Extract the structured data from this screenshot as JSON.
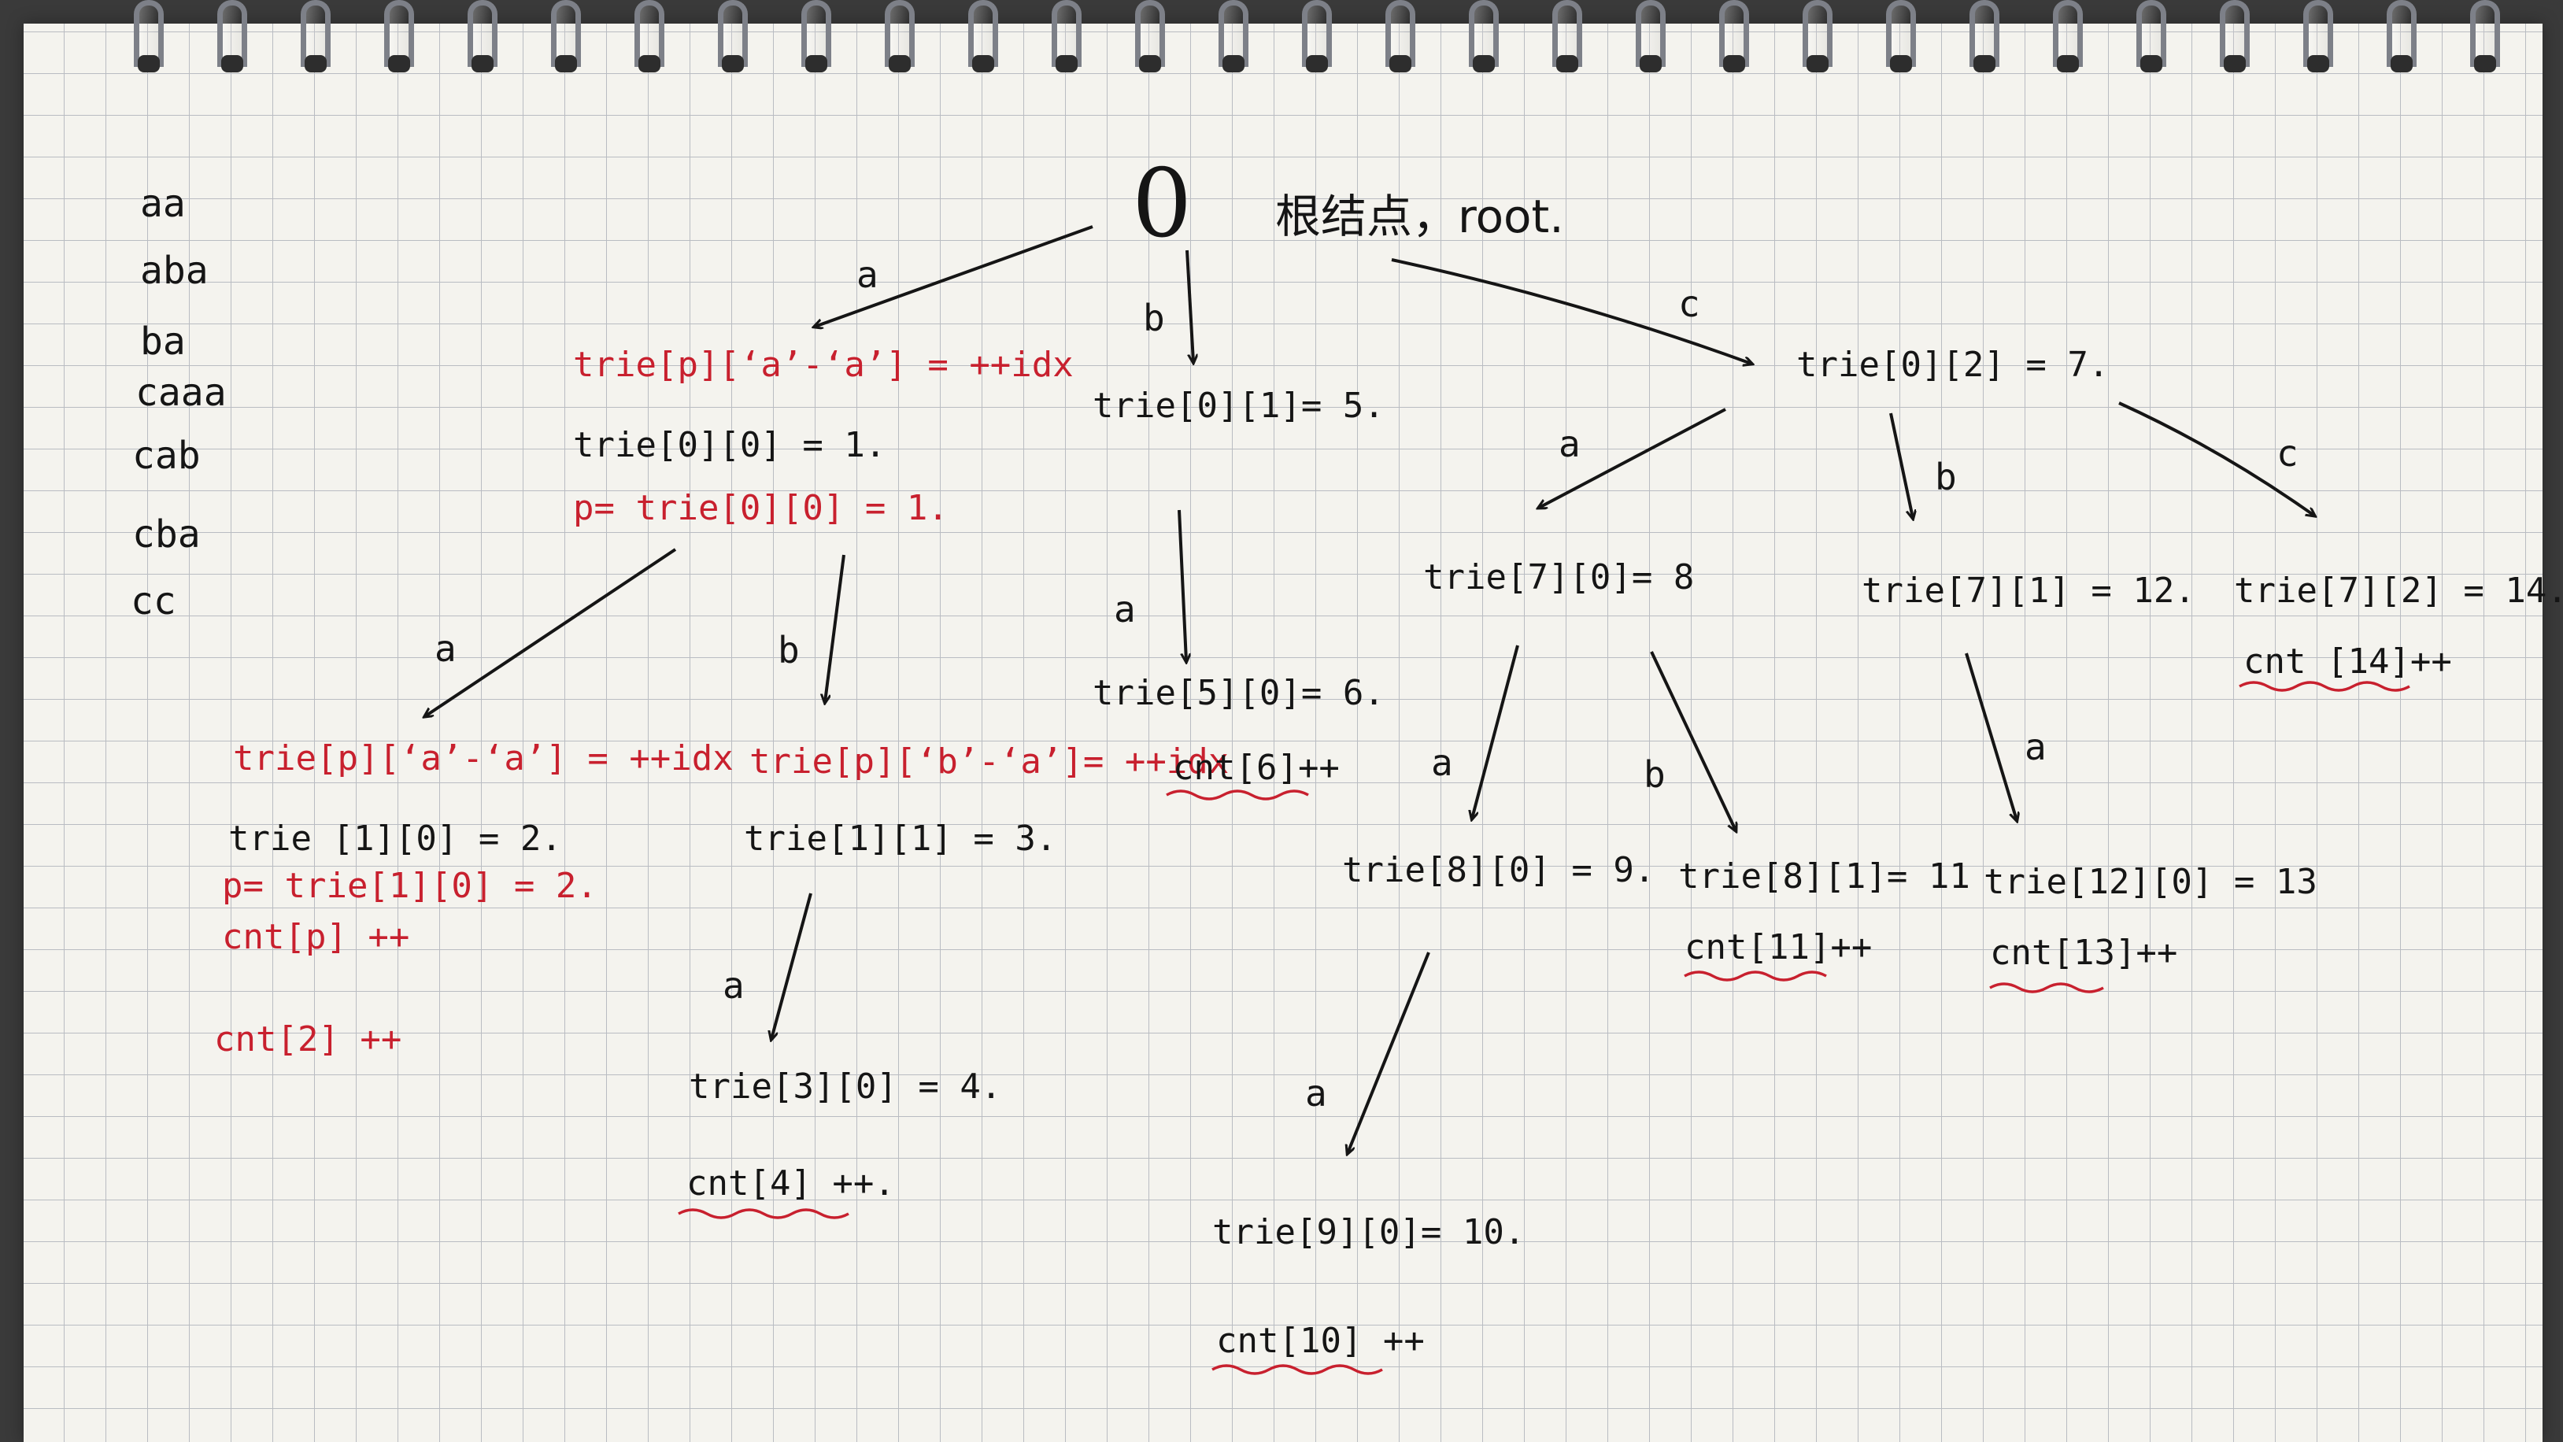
{
  "words": [
    "aa",
    "aba",
    "ba",
    "caaa",
    "cab",
    "cba",
    "cc"
  ],
  "root": {
    "symbol": "0",
    "note": "根结点，root."
  },
  "edge_labels": {
    "root_a": "a",
    "root_b": "b",
    "root_c": "c",
    "n1_a": "a",
    "n1_b": "b",
    "n3_a": "a",
    "n5_a": "a",
    "n7_a": "a",
    "n7_b": "b",
    "n7_c": "c",
    "n8_a": "a",
    "n8_b": "b",
    "n9_a": "a",
    "n12_a": "a"
  },
  "nodes": {
    "n1": {
      "red_expr": "trie[p][‘a’-‘a’] = ++idx",
      "expr": "trie[0][0] = 1.",
      "red_assign": "p= trie[0][0] = 1."
    },
    "n2": {
      "red_expr": "trie[p][‘a’-‘a’] = ++idx",
      "expr": "trie [1][0] = 2.",
      "red_assign": "p= trie[1][0] = 2.",
      "red_cnt_a": "cnt[p] ++",
      "red_cnt_b": "cnt[2] ++"
    },
    "n3": {
      "red_expr": "trie[p][‘b’-‘a’]= ++idx",
      "expr": "trie[1][1] = 3."
    },
    "n4": {
      "expr": "trie[3][0] = 4.",
      "cnt": "cnt[4] ++."
    },
    "n5": {
      "expr": "trie[0][1]= 5."
    },
    "n6": {
      "expr": "trie[5][0]= 6.",
      "cnt": "cnt[6]++"
    },
    "n7": {
      "expr": "trie[0][2] = 7."
    },
    "n8": {
      "expr": "trie[7][0]= 8"
    },
    "n9": {
      "expr": "trie[8][0] = 9."
    },
    "n10": {
      "expr": "trie[9][0]= 10.",
      "cnt": "cnt[10] ++"
    },
    "n11": {
      "expr": "trie[8][1]= 11",
      "cnt": "cnt[11]++"
    },
    "n12": {
      "expr": "trie[7][1] = 12."
    },
    "n13": {
      "expr": "trie[12][0] = 13",
      "cnt": "cnt[13]++"
    },
    "n14": {
      "expr": "trie[7][2] = 14.",
      "cnt": "cnt [14]++"
    }
  },
  "colors": {
    "ink": "#151515",
    "red_ink": "#c8202e",
    "paper": "#f4f3ee",
    "grid": "#b9bcc2"
  }
}
